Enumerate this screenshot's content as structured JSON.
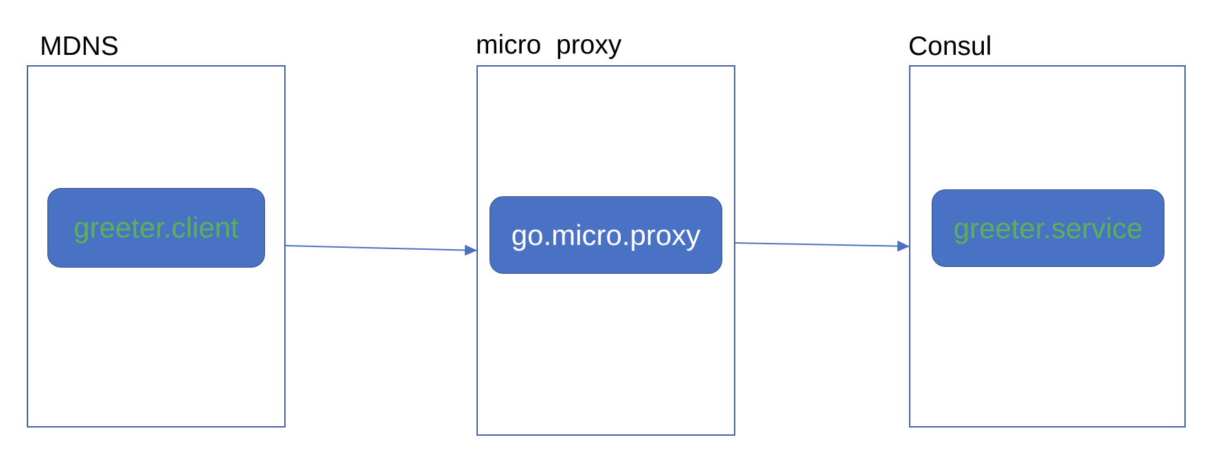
{
  "zones": {
    "left": {
      "title": "MDNS"
    },
    "middle": {
      "title": "micro  proxy"
    },
    "right": {
      "title": "Consul"
    }
  },
  "nodes": {
    "client": {
      "label": "greeter.client",
      "text_color": "#59b15a"
    },
    "proxy": {
      "label": "go.micro.proxy",
      "text_color": "#ffffff"
    },
    "service": {
      "label": "greeter.service",
      "text_color": "#59b15a"
    }
  },
  "colors": {
    "node_fill": "#4a72c4",
    "zone_border": "#4a63a5",
    "arrow": "#4a72c4"
  }
}
